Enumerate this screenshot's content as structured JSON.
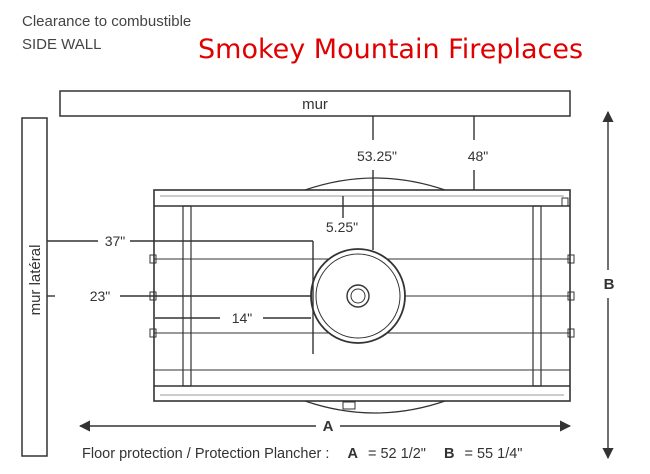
{
  "header": {
    "line1": "Clearance to combustible",
    "line2": "SIDE WALL",
    "brand": "Smokey Mountain Fireplaces"
  },
  "walls": {
    "back_wall": "mur",
    "side_wall": "mur latéral"
  },
  "clearances": {
    "back_53": "53.25\"",
    "back_48": "48\"",
    "flue_offset": "5.25\"",
    "side_37": "37\"",
    "side_23": "23\"",
    "inner_14": "14\""
  },
  "dimensions": {
    "A": "A",
    "B": "B"
  },
  "footer": {
    "text": "Floor protection / Protection Plancher :",
    "a_label": "A",
    "a_value": "= 52 1/2\"",
    "b_label": "B",
    "b_value": "= 55 1/4\""
  },
  "colors": {
    "line": "#333333",
    "brand": "#e00000"
  }
}
